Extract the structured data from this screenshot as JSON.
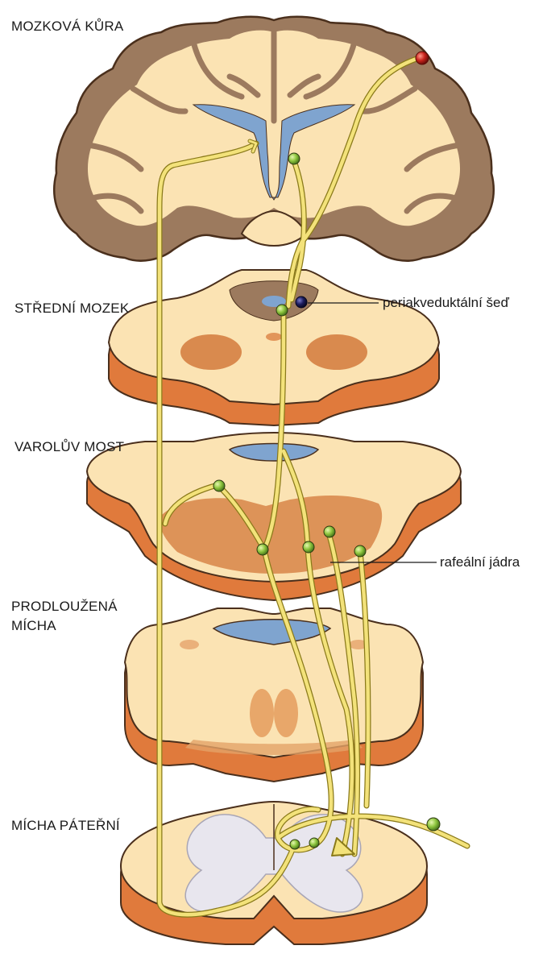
{
  "labels": {
    "cortex": "MOZKOVÁ KŮRA",
    "midbrain": "STŘEDNÍ MOZEK",
    "pons": "VAROLŮV MOST",
    "medulla_line1": "PRODLOUŽENÁ",
    "medulla_line2": "MÍCHA",
    "spinal_cord": "MÍCHA PÁTEŘNÍ"
  },
  "annotations": {
    "periaqueductal": "periakveduktální šeď",
    "raphe": "rafeální jádra"
  },
  "colors": {
    "tissue": "#fbe3b3",
    "cortex_gray": "#9c7a5e",
    "outline": "#4a2f1c",
    "slab_side": "#e07a3c",
    "nucleus": "#d98a4e",
    "ventricle": "#7fa4cf",
    "gray_matter": "#e8e6ee",
    "pathway": "#f3e27a",
    "pathway_edge": "#8a7a1a",
    "neuron_green": "#8ec63f",
    "neuron_red": "#c8231c",
    "neuron_navy": "#1c1d5e"
  }
}
